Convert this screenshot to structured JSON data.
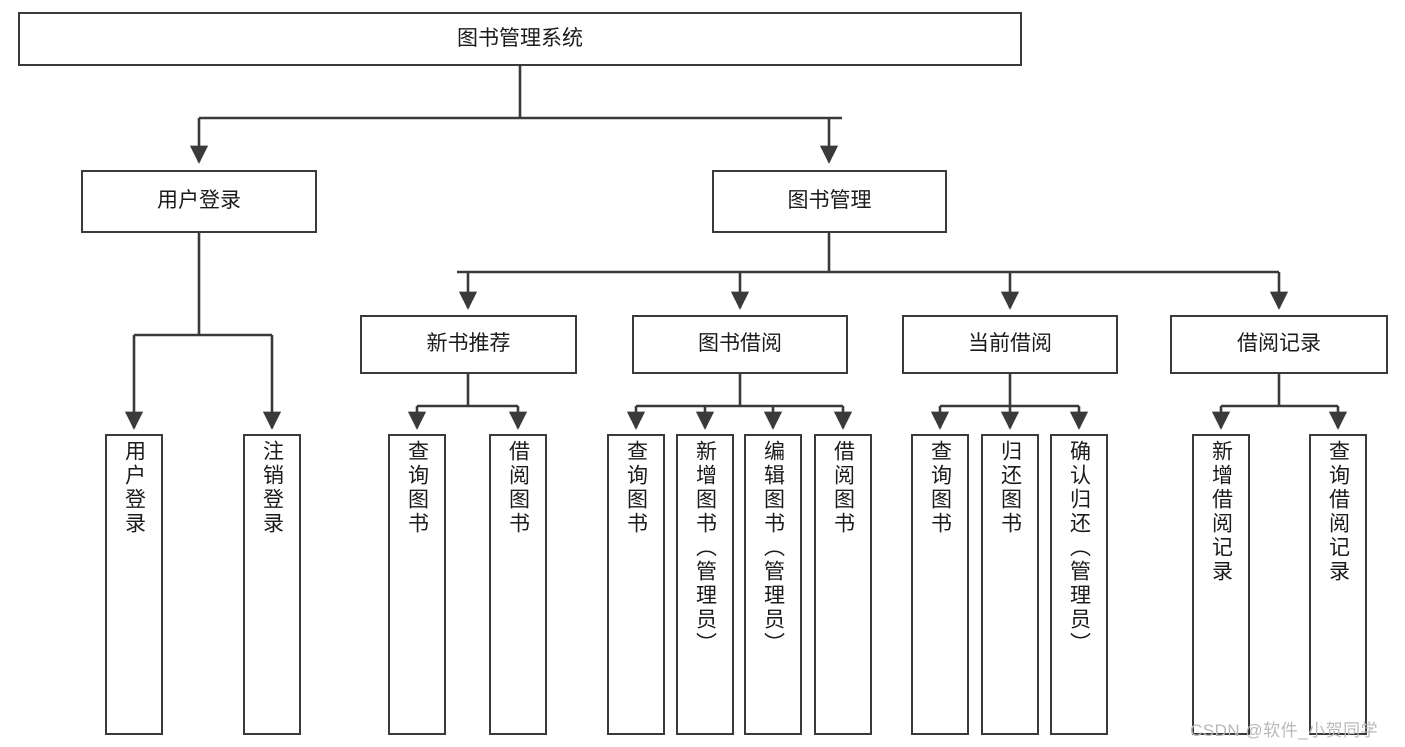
{
  "diagram": {
    "title": "图书管理系统",
    "root": {
      "label": "图书管理系统"
    },
    "level2": [
      {
        "label": "用户登录"
      },
      {
        "label": "图书管理"
      }
    ],
    "level3": [
      {
        "label": "新书推荐"
      },
      {
        "label": "图书借阅"
      },
      {
        "label": "当前借阅"
      },
      {
        "label": "借阅记录"
      }
    ],
    "leaves": {
      "user_login": [
        {
          "label": "用户登录"
        },
        {
          "label": "注销登录"
        }
      ],
      "new_book_recommend": [
        {
          "label": "查询图书"
        },
        {
          "label": "借阅图书"
        }
      ],
      "book_borrow": [
        {
          "label": "查询图书"
        },
        {
          "label": "新增图书（管理员）"
        },
        {
          "label": "编辑图书（管理员）"
        },
        {
          "label": "借阅图书"
        }
      ],
      "current_borrow": [
        {
          "label": "查询图书"
        },
        {
          "label": "归还图书"
        },
        {
          "label": "确认归还（管理员）"
        }
      ],
      "borrow_records": [
        {
          "label": "新增借阅记录"
        },
        {
          "label": "查询借阅记录"
        }
      ]
    }
  },
  "watermark": {
    "text": "CSDN @软件_小贺同学"
  },
  "colors": {
    "stroke": "#3a3a3a",
    "background": "#ffffff",
    "text": "#1b1b1b",
    "watermark": "#b9b9b9"
  }
}
